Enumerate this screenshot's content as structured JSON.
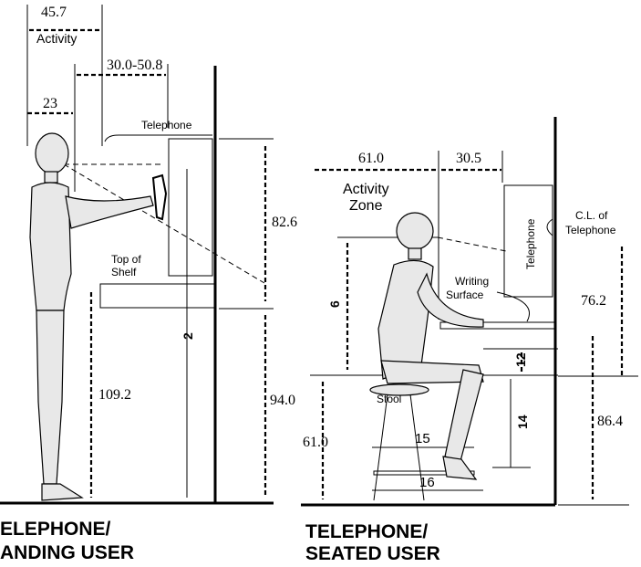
{
  "standing": {
    "dim_activity_width": "45.7",
    "activity_label": "Activity",
    "dim_reach_range": "30.0-50.8",
    "dim_shoulder": "23",
    "telephone_label": "Telephone",
    "top_of_shelf_line1": "Top of",
    "top_of_shelf_line2": "Shelf",
    "dim_phone_height": "82.6",
    "dim_shelf_height": "109.2",
    "dim_overall": "94.0",
    "dim_vertical_number": "2",
    "caption_line1": "ELEPHONE/",
    "caption_line2": "ANDING USER"
  },
  "seated": {
    "dim_activity_zone": "61.0",
    "activity_zone_line1": "Activity",
    "activity_zone_line2": "Zone",
    "dim_reach": "30.5",
    "telephone_label": "Telephone",
    "cl_line1": "C.L. of",
    "cl_line2": "Telephone",
    "writing_line1": "Writing",
    "writing_line2": "Surface",
    "dim_eye_height": "6",
    "dim_phone_cl": "76.2",
    "dim_clearance": "12",
    "stool_label": "Stool",
    "dim_stool_height": "61.0",
    "dim_seat_depth": "15",
    "dim_leg_height": "14",
    "dim_footrest_depth": "16",
    "dim_surface_height": "86.4",
    "caption_line1": "TELEPHONE/",
    "caption_line2": "SEATED USER"
  }
}
